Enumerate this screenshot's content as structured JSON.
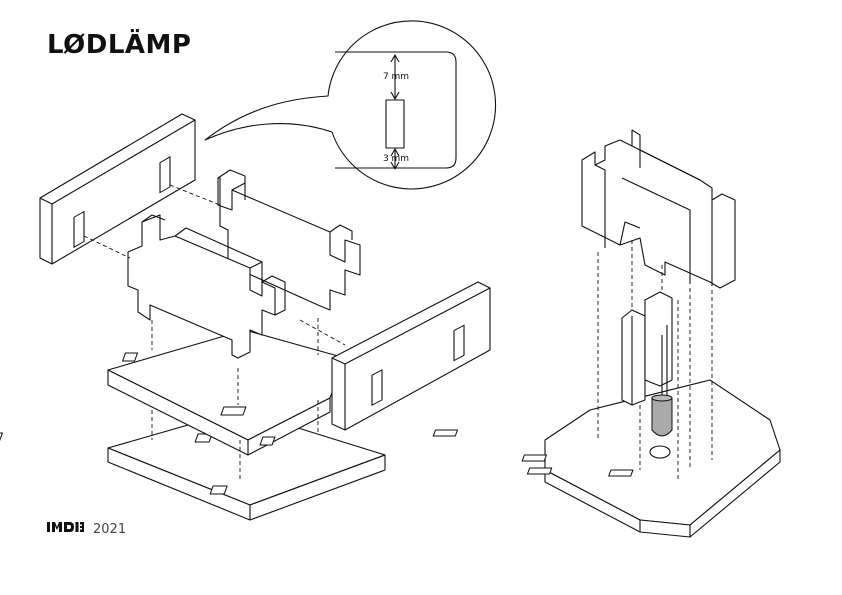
{
  "title": "LØDLÄMP",
  "brand": {
    "logo_text": "IMDIB",
    "year": "2021"
  },
  "callout": {
    "top_dimension": "7 mm",
    "bottom_dimension": "3 mm"
  },
  "icons": {
    "logo": "imdib-logo-icon",
    "led": "led-icon"
  }
}
